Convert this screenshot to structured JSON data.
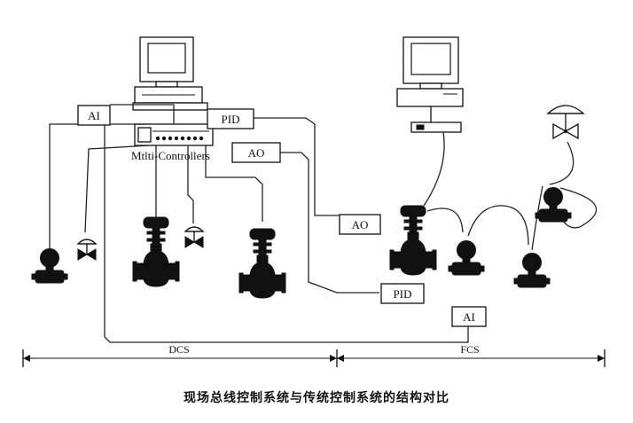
{
  "labels": {
    "ai_top": "AI",
    "pid_top": "PID",
    "ao_top": "AO",
    "controller": "Mtlti-Controllers",
    "ao_field": "AO",
    "pid_field": "PID",
    "ai_field": "AI",
    "dcs": "DCS",
    "fcs": "FCS"
  },
  "caption": "现场总线控制系统与传统控制系统的结构对比"
}
